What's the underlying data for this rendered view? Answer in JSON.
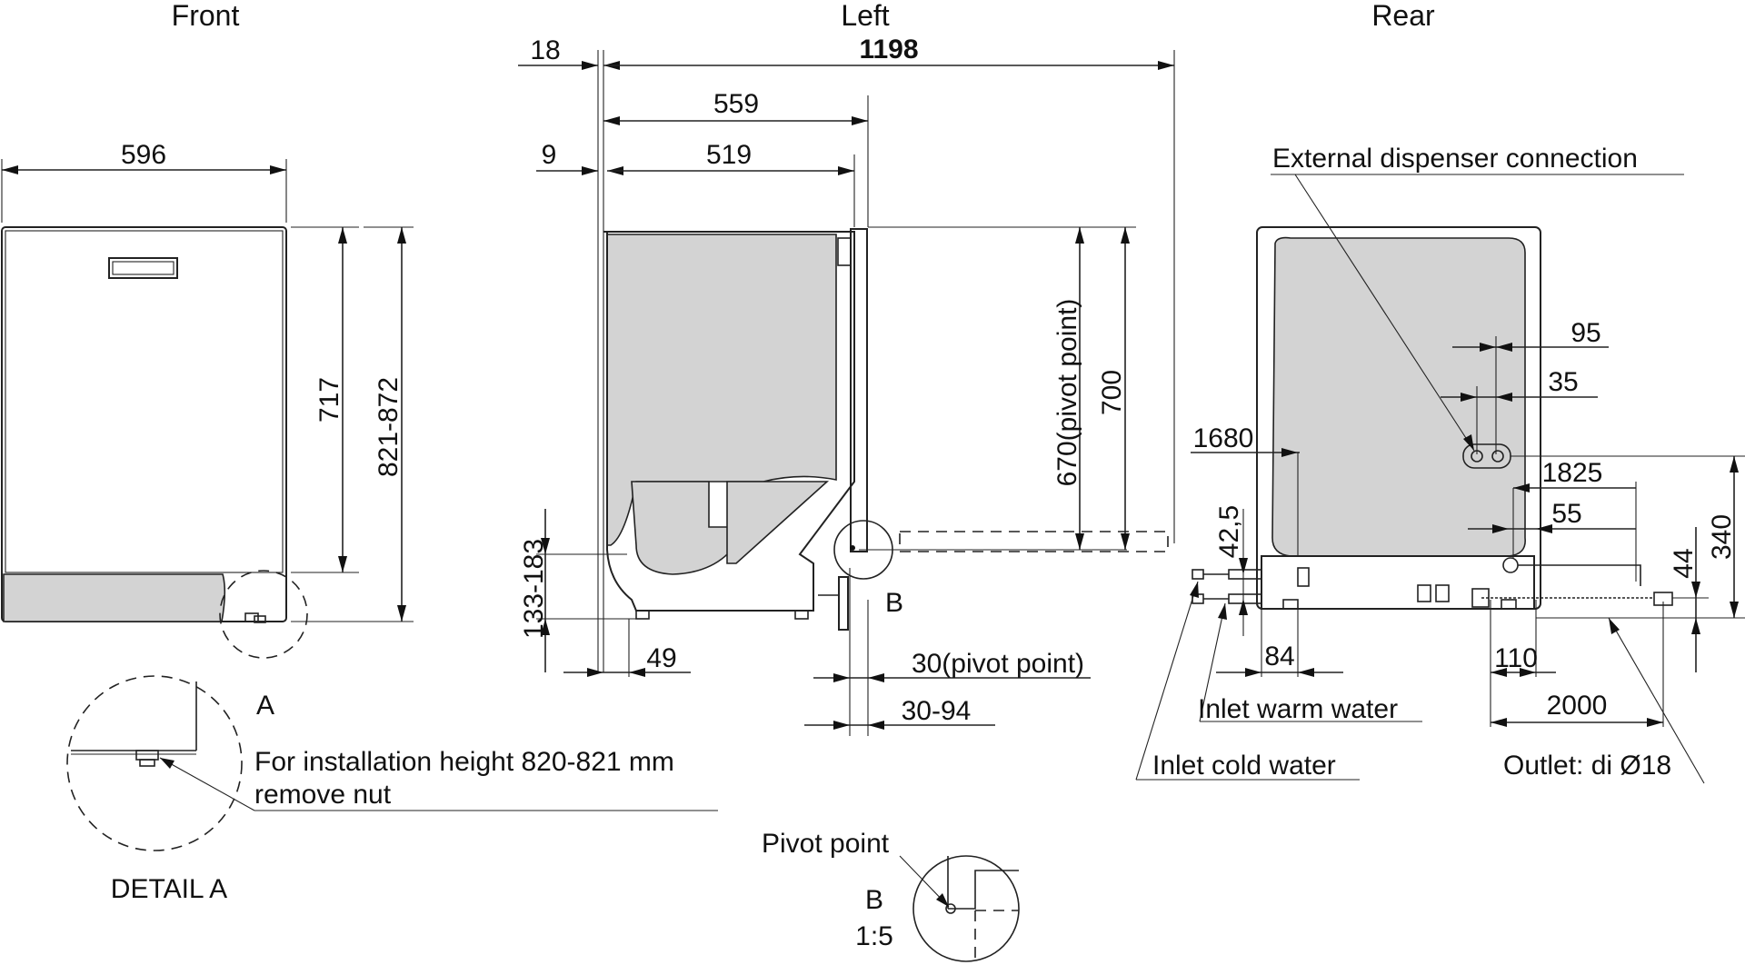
{
  "views": {
    "front": "Front",
    "left": "Left",
    "rear": "Rear"
  },
  "front": {
    "width": "596",
    "h717": "717",
    "h821": "821-872"
  },
  "left": {
    "d18": "18",
    "d1198": "1198",
    "d559": "559",
    "d9": "9",
    "d519": "519",
    "d670": "670(pivot point)",
    "d700": "700",
    "d133": "133-183",
    "d49": "49",
    "d30pivot": "30(pivot point)",
    "d3094": "30-94",
    "labelB": "B"
  },
  "rear": {
    "dispenser": "External dispenser connection",
    "d95": "95",
    "d35": "35",
    "d1680": "1680",
    "d1825": "1825",
    "d55": "55",
    "d425": "42,5",
    "d340": "340",
    "d44": "44",
    "d84": "84",
    "d110": "110",
    "d2000": "2000",
    "warm": "Inlet warm water",
    "cold": "Inlet cold water",
    "outlet": "Outlet: di Ø18"
  },
  "detailA": {
    "label": "A",
    "note1": "For installation height 820-821 mm",
    "note2": "remove nut",
    "caption": "DETAIL A"
  },
  "detailB": {
    "pivot": "Pivot point",
    "label": "B",
    "scale": "1:5"
  }
}
